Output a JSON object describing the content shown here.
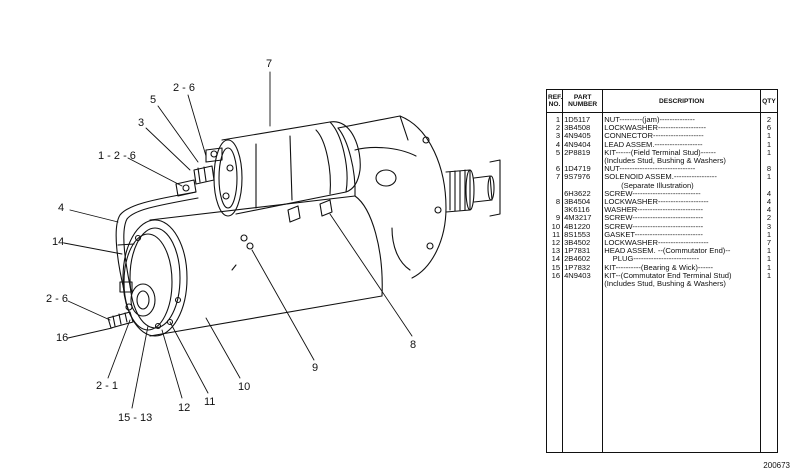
{
  "callouts": [
    {
      "id": "7",
      "text": "7"
    },
    {
      "id": "2-6-top",
      "text": "2 - 6"
    },
    {
      "id": "5",
      "text": "5"
    },
    {
      "id": "3",
      "text": "3"
    },
    {
      "id": "1-2-6",
      "text": "1 - 2 - 6"
    },
    {
      "id": "4",
      "text": "4"
    },
    {
      "id": "14",
      "text": "14"
    },
    {
      "id": "2-6-left",
      "text": "2 - 6"
    },
    {
      "id": "16",
      "text": "16"
    },
    {
      "id": "2-1",
      "text": "2 - 1"
    },
    {
      "id": "15-13",
      "text": "15 - 13"
    },
    {
      "id": "12",
      "text": "12"
    },
    {
      "id": "11",
      "text": "11"
    },
    {
      "id": "10",
      "text": "10"
    },
    {
      "id": "9",
      "text": "9"
    },
    {
      "id": "8",
      "text": "8"
    }
  ],
  "table": {
    "headers": {
      "ref": "REF. NO.",
      "part": "PART NUMBER",
      "desc": "DESCRIPTION",
      "qty": "QTY"
    },
    "rows": [
      {
        "ref": "1",
        "part": "1D5117",
        "desc": "NUT---------(jam)--------------",
        "qty": "2"
      },
      {
        "ref": "2",
        "part": "3B4508",
        "desc": "LOCKWASHER-------------------",
        "qty": "6"
      },
      {
        "ref": "3",
        "part": "4N9405",
        "desc": "CONNECTOR--------------------",
        "qty": "1"
      },
      {
        "ref": "4",
        "part": "4N9404",
        "desc": "LEAD ASSEM.-------------------",
        "qty": "1"
      },
      {
        "ref": "5",
        "part": "2P8819",
        "desc": "KIT------(Field Terminal Stud)------",
        "qty": "1"
      },
      {
        "ref": "",
        "part": "",
        "desc": "(Includes Stud, Bushing & Washers)",
        "qty": ""
      },
      {
        "ref": "6",
        "part": "1D4719",
        "desc": "NUT------------------------------",
        "qty": "8"
      },
      {
        "ref": "7",
        "part": "9S7976",
        "desc": "SOLENOID ASSEM.-----------------",
        "qty": "1"
      },
      {
        "ref": "",
        "part": "",
        "desc": "        (Separate Illustration)",
        "qty": ""
      },
      {
        "ref": "",
        "part": "6H3622",
        "desc": "SCREW---------------------------",
        "qty": "4"
      },
      {
        "ref": "8",
        "part": "3B4504",
        "desc": "LOCKWASHER--------------------",
        "qty": "4"
      },
      {
        "ref": "",
        "part": "3K6116",
        "desc": "WASHER--------------------------",
        "qty": "4"
      },
      {
        "ref": "9",
        "part": "4M3217",
        "desc": "SCREW----------------------------",
        "qty": "2"
      },
      {
        "ref": "10",
        "part": "4B1220",
        "desc": "SCREW----------------------------",
        "qty": "3"
      },
      {
        "ref": "11",
        "part": "8S1553",
        "desc": "GASKET---------------------------",
        "qty": "1"
      },
      {
        "ref": "12",
        "part": "3B4502",
        "desc": "LOCKWASHER--------------------",
        "qty": "7"
      },
      {
        "ref": "13",
        "part": "1P7831",
        "desc": "HEAD ASSEM. --(Commutator End)--",
        "qty": "1"
      },
      {
        "ref": "14",
        "part": "2B4602",
        "desc": "    PLUG--------------------------",
        "qty": "1"
      },
      {
        "ref": "15",
        "part": "1P7832",
        "desc": "KIT----------(Bearing & Wick)------",
        "qty": "1"
      },
      {
        "ref": "16",
        "part": "4N9403",
        "desc": "KIT--(Commutator End Terminal Stud)",
        "qty": "1"
      },
      {
        "ref": "",
        "part": "",
        "desc": "(Includes Stud, Bushing & Washers)",
        "qty": ""
      }
    ]
  },
  "drawing_number": "200673",
  "colors": {
    "ink": "#111111",
    "paper": "#ffffff"
  }
}
